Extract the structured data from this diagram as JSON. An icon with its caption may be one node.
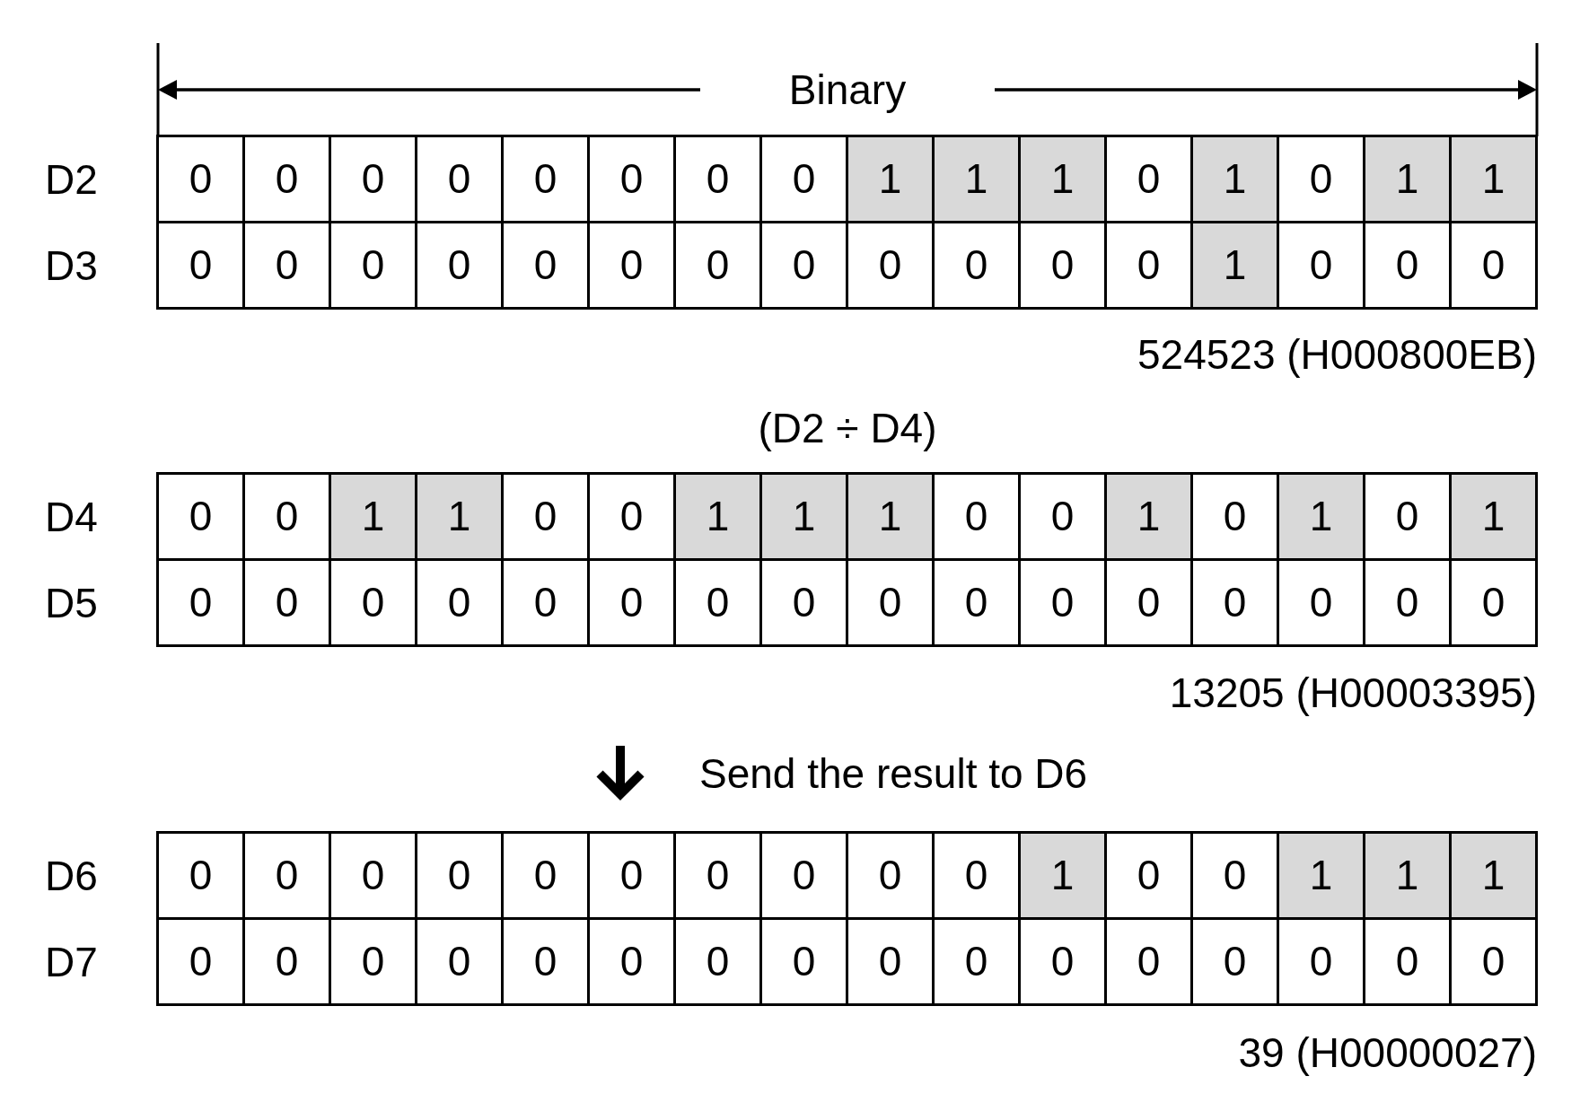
{
  "diagram": {
    "labels": [
      "Binary",
      "D2",
      "0",
      "0",
      "0",
      "0",
      "0",
      "0",
      "0",
      "0",
      "1",
      "1",
      "1",
      "0",
      "1",
      "0",
      "1",
      "1",
      "D3",
      "0",
      "0",
      "0",
      "0",
      "0",
      "0",
      "0",
      "0",
      "0",
      "0",
      "0",
      "0",
      "1",
      "0",
      "0",
      "0",
      "524523 (H000800EB)",
      "(D2 ÷ D4)",
      "D4",
      "0",
      "0",
      "1",
      "1",
      "0",
      "0",
      "1",
      "1",
      "1",
      "0",
      "0",
      "1",
      "0",
      "1",
      "0",
      "1",
      "D5",
      "0",
      "0",
      "0",
      "0",
      "0",
      "0",
      "0",
      "0",
      "0",
      "0",
      "0",
      "0",
      "0",
      "0",
      "0",
      "0",
      "13205 (H00003395)",
      "Send the result to D6",
      "D6",
      "0",
      "0",
      "0",
      "0",
      "0",
      "0",
      "0",
      "0",
      "0",
      "0",
      "1",
      "0",
      "0",
      "1",
      "1",
      "1",
      "D7",
      "0",
      "0",
      "0",
      "0",
      "0",
      "0",
      "0",
      "0",
      "0",
      "0",
      "0",
      "0",
      "0",
      "0",
      "0",
      "0",
      "39 (H00000027)"
    ]
  }
}
